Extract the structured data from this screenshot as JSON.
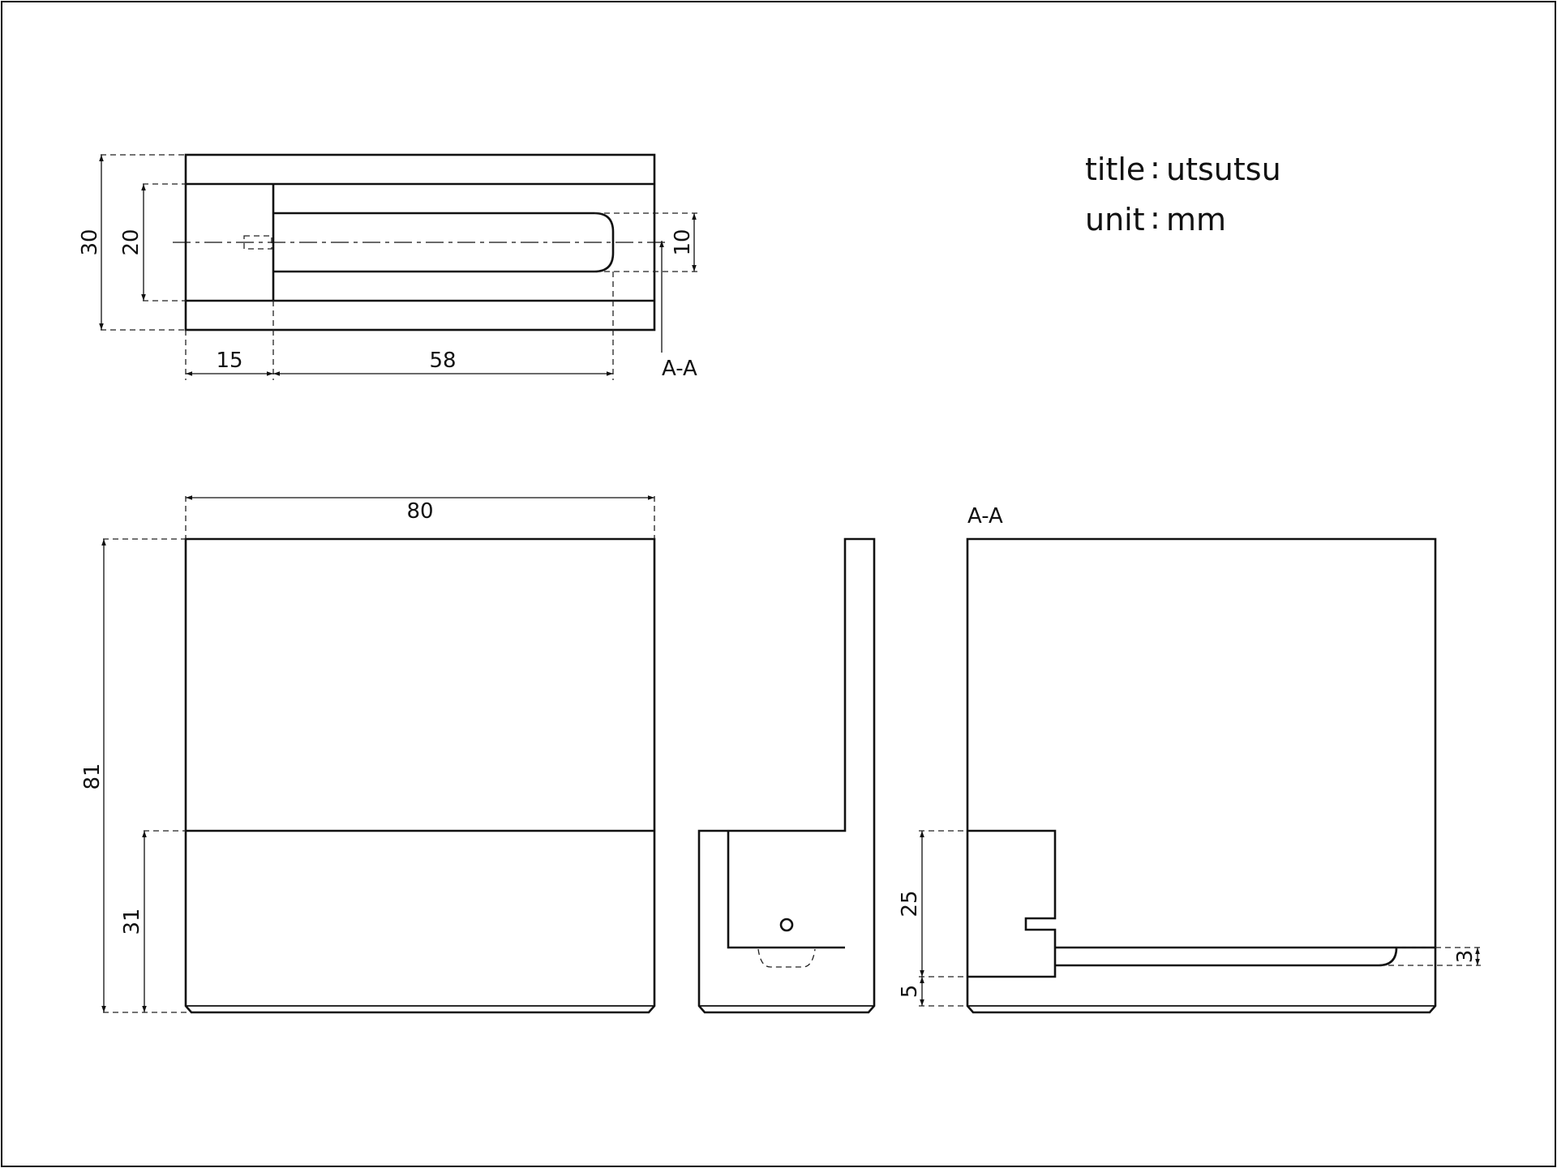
{
  "title_block": {
    "title_label": "title",
    "title_value": "utsutsu",
    "unit_label": "unit",
    "unit_value": "mm",
    "separator": ":"
  },
  "section_label": "A-A",
  "dimensions": {
    "top_overall_depth": "30",
    "top_inner_depth": "20",
    "slot_width": "10",
    "left_offset": "15",
    "slot_length": "58",
    "front_width": "80",
    "front_height": "81",
    "front_lower_height": "31",
    "section_block_height": "25",
    "section_base_height": "5",
    "section_slot_depth": "3"
  },
  "colors": {
    "line": "#111111",
    "background": "#ffffff"
  }
}
